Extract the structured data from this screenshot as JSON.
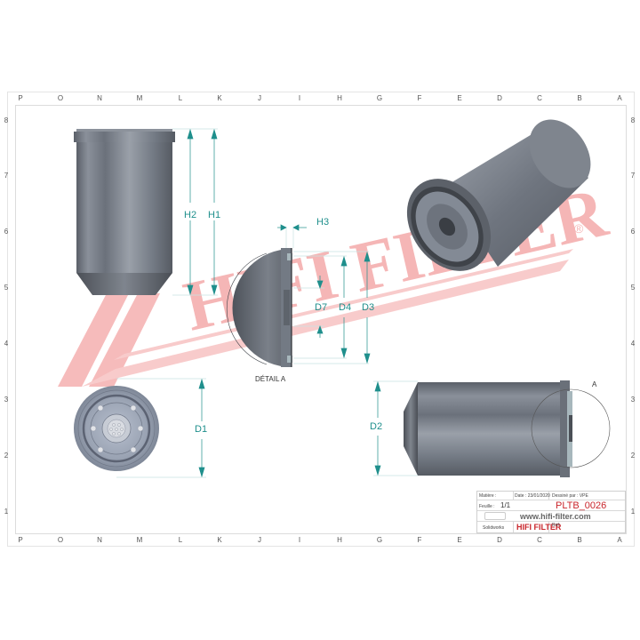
{
  "drawing": {
    "columns_top": [
      "P",
      "O",
      "N",
      "M",
      "L",
      "K",
      "J",
      "I",
      "H",
      "G",
      "F",
      "E",
      "D",
      "C",
      "B",
      "A"
    ],
    "columns_bottom": [
      "P",
      "O",
      "N",
      "M",
      "L",
      "K",
      "J",
      "I",
      "H",
      "G",
      "F",
      "E",
      "D",
      "C",
      "B",
      "A"
    ],
    "rows_left": [
      "8",
      "7",
      "6",
      "5",
      "4",
      "3",
      "2",
      "1"
    ],
    "rows_right": [
      "8",
      "7",
      "6",
      "5",
      "4",
      "3",
      "2",
      "1"
    ],
    "watermark": {
      "text": "HIFI FILTER",
      "registered_mark": "®",
      "color": "#f3a6a6"
    },
    "dimension_color": "#1f8f8c",
    "views": {
      "side_view": {
        "dims": {
          "h2": "H2",
          "h1": "H1"
        }
      },
      "detail_view": {
        "dims": {
          "h3": "H3",
          "d7": "D7",
          "d4": "D4",
          "d3": "D3"
        },
        "caption": "DÉTAIL A"
      },
      "end_view": {
        "dims": {
          "d1": "D1"
        }
      },
      "horizontal_view": {
        "dims": {
          "d2": "D2"
        },
        "detail_marker": "A"
      },
      "iso_view": {}
    }
  },
  "title_block": {
    "material_label": "Matière :",
    "date_label": "Date : 23/01/2020",
    "drawn_by_label": "Dessiné par : VPE",
    "sheet_label": "Feuille :",
    "sheet_value": "1/1",
    "part_number": "PLTB_0026",
    "website": "www.hifi-filter.com",
    "software": "Solidworks",
    "brand": "HIFI FILTER",
    "ref_label": "Ref:"
  }
}
